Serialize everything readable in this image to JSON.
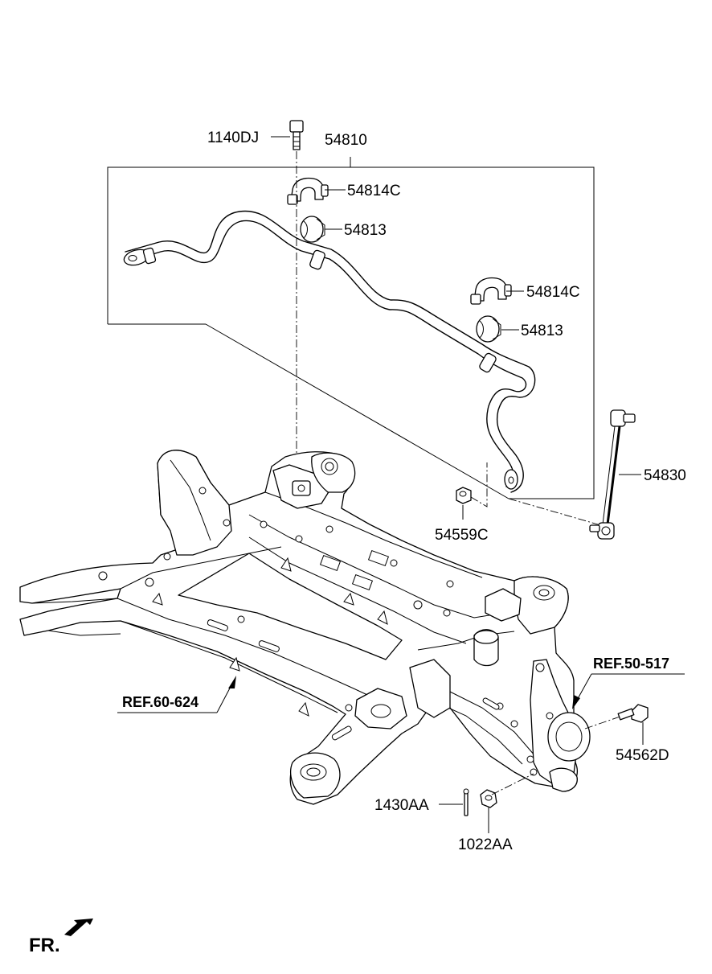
{
  "parts": {
    "p1140DJ": "1140DJ",
    "p54810": "54810",
    "p54814C_a": "54814C",
    "p54813_a": "54813",
    "p54814C_b": "54814C",
    "p54813_b": "54813",
    "p54830": "54830",
    "p54559C": "54559C",
    "p54562D": "54562D",
    "p1430AA": "1430AA",
    "p1022AA": "1022AA"
  },
  "refs": {
    "ref_60_624": "REF.60-624",
    "ref_50_517": "REF.50-517"
  },
  "direction": {
    "fr": "FR."
  }
}
